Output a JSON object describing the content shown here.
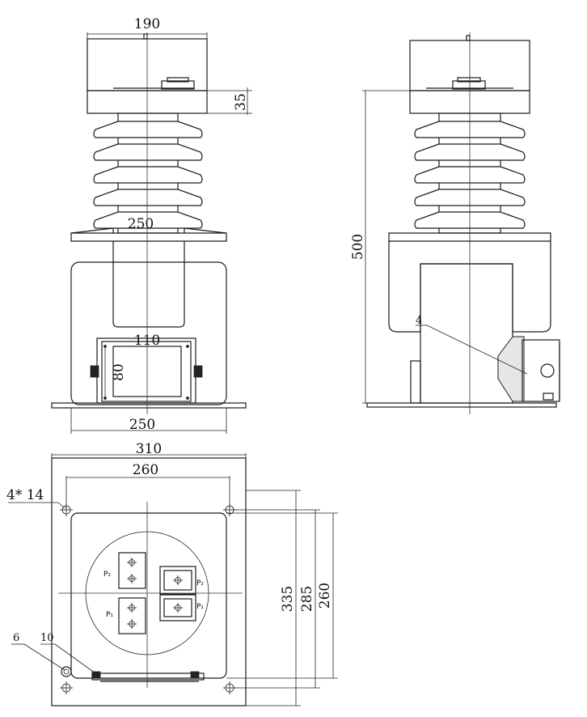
{
  "front_view": {
    "width_top": "190",
    "cap_height": "35",
    "flange_width": "250",
    "box_width": "110",
    "box_height": "80",
    "base_width": "250"
  },
  "side_view": {
    "height": "500",
    "callout": "4"
  },
  "bottom_view": {
    "outer_width": "310",
    "hole_span": "260",
    "hole_label": "4* 14",
    "dim_335": "335",
    "dim_285": "285",
    "dim_260": "260",
    "callout_6": "6",
    "callout_10": "10",
    "terminal_p2_left": "P₂",
    "terminal_p1_left": "P₁",
    "terminal_p2_right": "P₂",
    "terminal_p1_right": "P₁"
  }
}
